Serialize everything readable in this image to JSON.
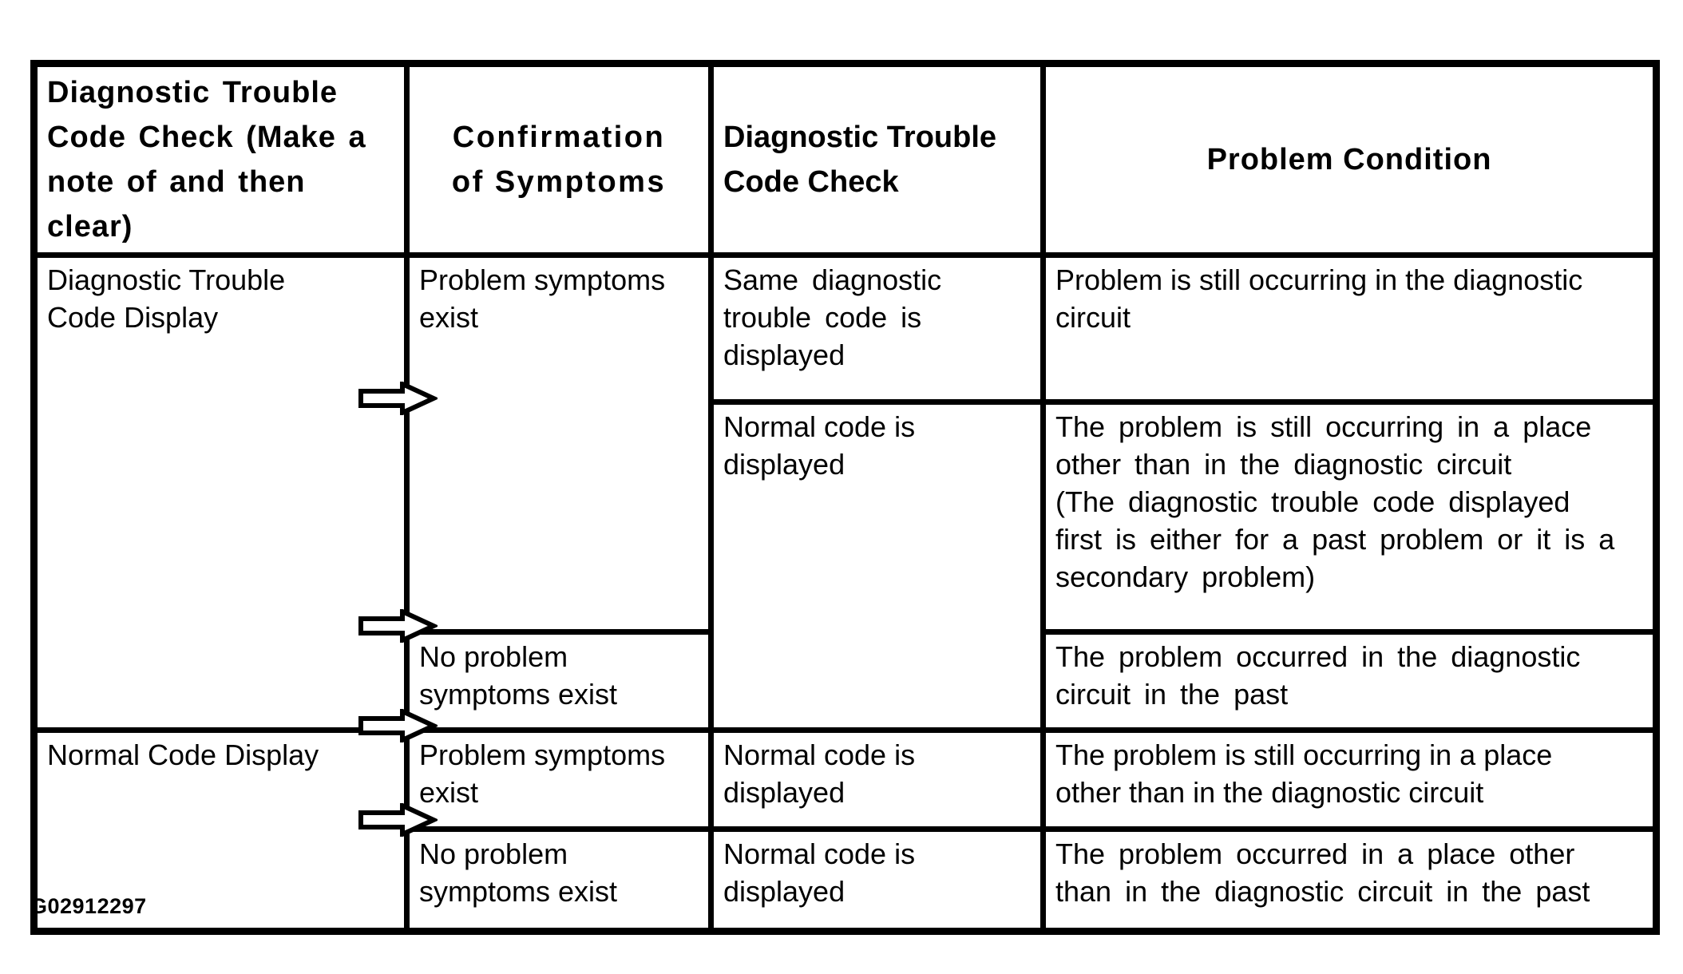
{
  "document": {
    "type": "diagnostic-trouble-code-table",
    "figure_label": "G02912297",
    "colors": {
      "background": "#ffffff",
      "border": "#000000",
      "text": "#000000",
      "arrow_fill": "#ffffff",
      "arrow_stroke": "#000000"
    },
    "icons": {
      "flow_arrow": "arrow-right-outline"
    },
    "table": {
      "header": {
        "col1": "Diagnostic Trouble\nCode Check (Make a\nnote of and then clear)",
        "col2": "Confirmation\nof Symptoms",
        "col3": "Diagnostic Trouble\nCode Check",
        "col4": "Problem Condition"
      },
      "body": {
        "r1c1": "Diagnostic Trouble\nCode Display",
        "r1c2": "Problem symptoms\nexist",
        "r1c3": "Same diagnostic\ntrouble code is\ndisplayed",
        "r1c4": "Problem is still occurring in the diagnostic\ncircuit",
        "r2c3": "Normal code is\ndisplayed",
        "r2c4": "The problem is still occurring in a place\nother than in the diagnostic circuit\n(The diagnostic trouble code displayed\nfirst is either for a past problem or it is a\nsecondary problem)",
        "r3c2": "No problem\nsymptoms exist",
        "r3c4": "The problem occurred in the diagnostic\ncircuit in the past",
        "r4c1": "Normal Code Display",
        "r4c2": "Problem symptoms\nexist",
        "r4c3": "Normal code is\ndisplayed",
        "r4c4": "The problem is still occurring in a place\nother than in the diagnostic circuit",
        "r5c2": "No problem\nsymptoms exist",
        "r5c3": "Normal code is\ndisplayed",
        "r5c4": "The problem occurred in a place other\nthan in the diagnostic circuit in the past"
      }
    }
  }
}
